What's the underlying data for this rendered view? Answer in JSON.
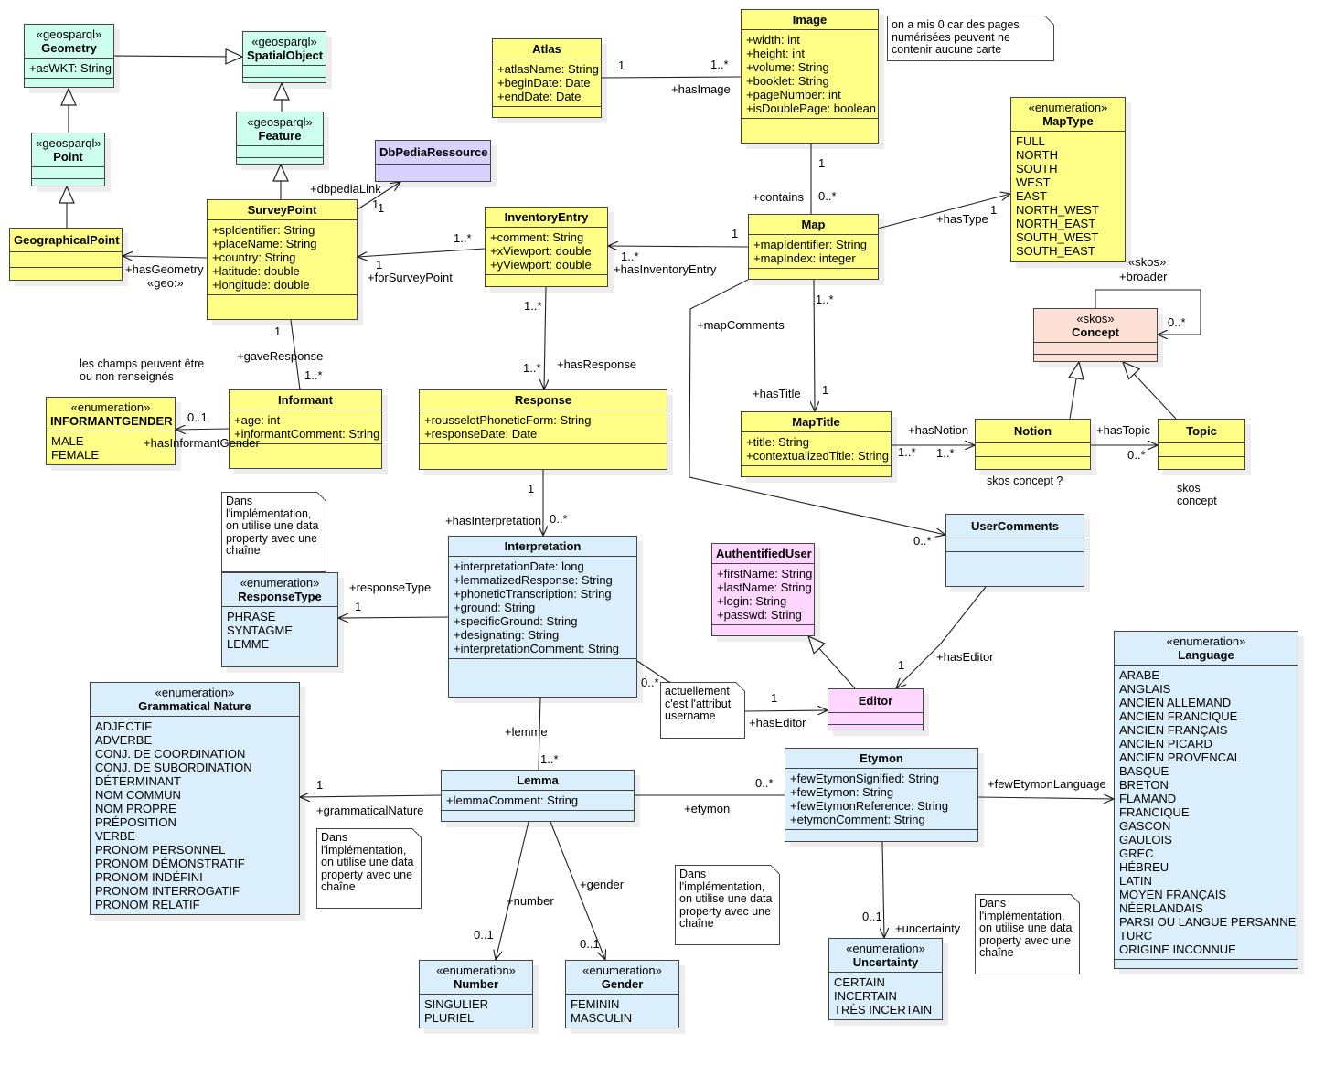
{
  "classes": {
    "geometry": {
      "stereotype": "«geosparql»",
      "name": "Geometry",
      "attrs": [
        "+asWKT: String"
      ]
    },
    "spatialobject": {
      "stereotype": "«geosparql»",
      "name": "SpatialObject",
      "attrs": []
    },
    "point": {
      "stereotype": "«geosparql»",
      "name": "Point",
      "attrs": []
    },
    "feature": {
      "stereotype": "«geosparql»",
      "name": "Feature",
      "attrs": []
    },
    "geographicalpoint": {
      "name": "GeographicalPoint",
      "attrs": []
    },
    "dbpedia": {
      "name": "DbPediaRessource",
      "attrs": []
    },
    "surveypoint": {
      "name": "SurveyPoint",
      "attrs": [
        "+spIdentifier: String",
        "+placeName: String",
        "+country: String",
        "+latitude: double",
        "+longitude: double"
      ]
    },
    "atlas": {
      "name": "Atlas",
      "attrs": [
        "+atlasName: String",
        "+beginDate: Date",
        "+endDate: Date"
      ]
    },
    "image": {
      "name": "Image",
      "attrs": [
        "+width: int",
        "+height: int",
        "+volume: String",
        "+booklet: String",
        "+pageNumber: int",
        "+isDoublePage: boolean"
      ]
    },
    "maptype": {
      "stereotype": "«enumeration»",
      "name": "MapType",
      "attrs": [
        "FULL",
        "NORTH",
        "SOUTH",
        "WEST",
        "EAST",
        "NORTH_WEST",
        "NORTH_EAST",
        "SOUTH_WEST",
        "SOUTH_EAST"
      ]
    },
    "inventoryentry": {
      "name": "InventoryEntry",
      "attrs": [
        "+comment: String",
        "+xViewport: double",
        "+yViewport: double"
      ]
    },
    "map": {
      "name": "Map",
      "attrs": [
        "+mapIdentifier: String",
        "+mapIndex: integer"
      ]
    },
    "concept": {
      "stereotype": "«skos»",
      "name": "Concept",
      "attrs": []
    },
    "informantgender": {
      "stereotype": "«enumeration»",
      "name": "INFORMANTGENDER",
      "attrs": [
        "MALE",
        "FEMALE"
      ]
    },
    "informant": {
      "name": "Informant",
      "attrs": [
        "+age: int",
        "+informantComment: String"
      ]
    },
    "response": {
      "name": "Response",
      "attrs": [
        "+rousselotPhoneticForm: String",
        "+responseDate: Date"
      ]
    },
    "maptitle": {
      "name": "MapTitle",
      "attrs": [
        "+title: String",
        "+contextualizedTitle: String"
      ]
    },
    "notion": {
      "name": "Notion",
      "attrs": []
    },
    "topic": {
      "name": "Topic",
      "attrs": []
    },
    "usercomments": {
      "name": "UserComments",
      "attrs": []
    },
    "authenticateduser": {
      "name": "AuthentifiedUser",
      "attrs": [
        "+firstName: String",
        "+lastName: String",
        "+login: String",
        "+passwd: String"
      ]
    },
    "responsetype": {
      "stereotype": "«enumeration»",
      "name": "ResponseType",
      "attrs": [
        "PHRASE",
        "SYNTAGME",
        "LEMME"
      ]
    },
    "interpretation": {
      "name": "Interpretation",
      "attrs": [
        "+interpretationDate: long",
        "+lemmatizedResponse: String",
        "+phoneticTranscription: String",
        "+ground: String",
        "+specificGround: String",
        "+designating: String",
        "+interpretationComment: String"
      ]
    },
    "editor": {
      "name": "Editor",
      "attrs": []
    },
    "language": {
      "stereotype": "«enumeration»",
      "name": "Language",
      "attrs": [
        "ARABE",
        "ANGLAIS",
        "ANCIEN ALLEMAND",
        "ANCIEN FRANCIQUE",
        "ANCIEN FRANÇAIS",
        "ANCIEN PICARD",
        "ANCIEN PROVENCAL",
        "BASQUE",
        "BRETON",
        "FLAMAND",
        "FRANCIQUE",
        "GASCON",
        "GAULOIS",
        "GREC",
        "HÉBREU",
        "LATIN",
        "MOYEN FRANÇAIS",
        "NÉERLANDAIS",
        "PARSI OU LANGUE PERSANNE",
        "TURC",
        "ORIGINE INCONNUE"
      ]
    },
    "grammatical": {
      "stereotype": "«enumeration»",
      "name": "Grammatical Nature",
      "attrs": [
        "ADJECTIF",
        "ADVERBE",
        "CONJ. DE COORDINATION",
        "CONJ. DE SUBORDINATION",
        "DÉTERMINANT",
        "NOM COMMUN",
        "NOM PROPRE",
        "PRÉPOSITION",
        "VERBE",
        "PRONOM PERSONNEL",
        "PRONOM DÉMONSTRATIF",
        "PRONOM INDÉFINI",
        "PRONOM INTERROGATIF",
        "PRONOM RELATIF"
      ]
    },
    "lemma": {
      "name": "Lemma",
      "attrs": [
        "+lemmaComment: String"
      ]
    },
    "etymon": {
      "name": "Etymon",
      "attrs": [
        "+fewEtymonSignified: String",
        "+fewEtymon: String",
        "+fewEtymonReference: String",
        "+etymonComment: String"
      ]
    },
    "number": {
      "stereotype": "«enumeration»",
      "name": "Number",
      "attrs": [
        "SINGULIER",
        "PLURIEL"
      ]
    },
    "gender": {
      "stereotype": "«enumeration»",
      "name": "Gender",
      "attrs": [
        "FEMININ",
        "MASCULIN"
      ]
    },
    "uncertainty": {
      "stereotype": "«enumeration»",
      "name": "Uncertainty",
      "attrs": [
        "CERTAIN",
        "INCERTAIN",
        "TRÈS INCERTAIN"
      ]
    }
  },
  "labels": {
    "l_atlas1": "1",
    "l_image_many": "1..*",
    "l_hasimage": "+hasImage",
    "l_img1": "1",
    "l_contains": "+contains",
    "l_map0": "0..*",
    "l_hastype": "+hasType",
    "l_type1": "1",
    "l_skosbroader1": "«skos»",
    "l_skosbroader2": "+broader",
    "l_concept0": "0..*",
    "l_dbpedialink": "+dbpediaLink",
    "l_dbp1": "1",
    "l_dbp1b": "1",
    "l_inv_sp_many": "1..*",
    "l_inv_sp_1": "1",
    "l_forsurveypoint": "+forSurveyPoint",
    "l_map_inv_1": "1",
    "l_map_inv_many": "1..*",
    "l_hasinventoryentry": "+hasInventoryEntry",
    "l_hasgeometry": "+hasGeometry",
    "l_geo": "«geo:»",
    "l_sp_inf_1": "1",
    "l_gaveresponse": "+gaveResponse",
    "l_sp_inf_many": "1..*",
    "l_inv_resp_many": "1..*",
    "l_resp_many": "1..*",
    "l_hasresponse": "+hasResponse",
    "l_mapcomments": "+mapComments",
    "l_map_title_many": "1..*",
    "l_hastitle": "+hasTitle",
    "l_title1": "1",
    "l_gender01": "0..1",
    "l_hasinformantgender": "+hasInformantGender",
    "l_hasnotion": "+hasNotion",
    "l_notion_many1": "1..*",
    "l_notion_many2": "1..*",
    "l_hastopic": "+hasTopic",
    "l_topic0": "0..*",
    "l_resp_interp_1": "1",
    "l_hasinterpretation": "+hasInterpretation",
    "l_interp0": "0..*",
    "l_uc0": "0..*",
    "l_responsetype": "+responseType",
    "l_rt1": "1",
    "l_haseditor_uc": "+hasEditor",
    "l_editor1_uc": "1",
    "l_interp_ed0": "0..*",
    "l_editor1": "1",
    "l_haseditor": "+hasEditor",
    "l_lemme": "+lemme",
    "l_lemma_many": "1..*",
    "l_gn1": "1",
    "l_grammaticalnature": "+grammaticalNature",
    "l_etym0": "0..*",
    "l_etymon": "+etymon",
    "l_fewetymonlanguage": "+fewEtymonLanguage",
    "l_number": "+number",
    "l_number01": "0..1",
    "l_gender": "+gender",
    "l_gender01b": "0..1",
    "l_uncertainty": "+uncertainty",
    "l_unc01": "0..1"
  },
  "notes": {
    "n_image": "on a mis 0 car des pages numérisées peuvent ne contenir aucune carte",
    "n_response": "Dans l'implémentation, on utilise une data property avec une chaîne",
    "n_editor": "actuellement c'est l'attribut username",
    "n_gram": "Dans l'implémentation, on utilise une data property avec une chaîne",
    "n_gender": "Dans l'implémentation, on utilise une data property avec une chaîne",
    "n_unc": "Dans l'implémentation, on utilise une data property avec une chaîne"
  },
  "free_text": {
    "t_informant": "les champs peuvent être ou non renseignés",
    "t_skosconcept": "skos concept ?",
    "t_skos2": "skos concept"
  }
}
